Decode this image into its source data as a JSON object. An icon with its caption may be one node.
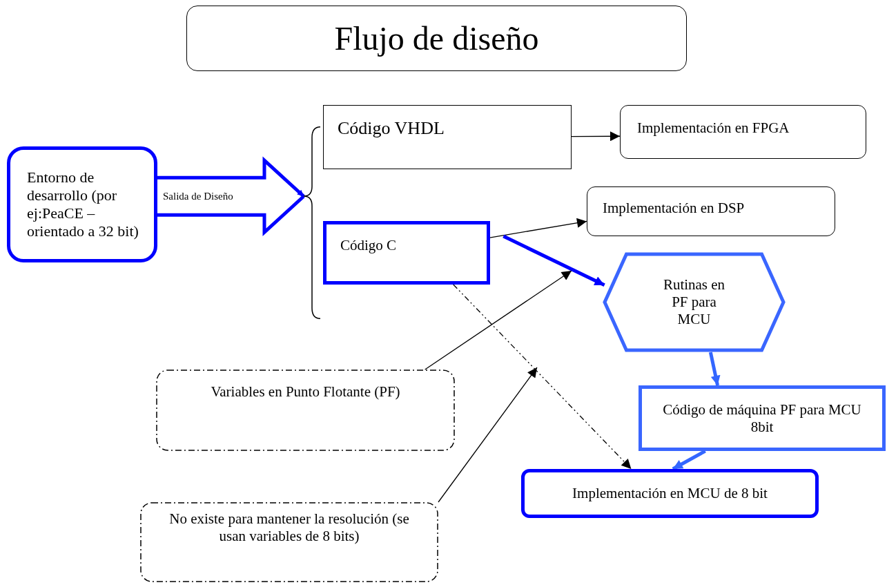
{
  "diagram": {
    "title": "Flujo de diseño",
    "nodes": [
      {
        "text": [
          "Entorno de desarrollo (por ej:PeaCE – orientado a 32 bit)"
        ]
      },
      {
        "text": [
          "Código VHDL"
        ]
      },
      {
        "text": [
          "Implementación en FPGA"
        ]
      },
      {
        "text": [
          "Código C"
        ]
      },
      {
        "text": [
          "Implementación en DSP"
        ]
      },
      {
        "text": [
          "Rutinas en PF para MCU"
        ]
      },
      {
        "text": [
          "Variables en Punto Flotante (PF)"
        ]
      },
      {
        "text": [
          "Código de máquina PF para MCU 8bit"
        ]
      },
      {
        "text": [
          "Implementación en MCU de 8 bit"
        ]
      },
      {
        "text": [
          "No existe para mantener la resolución (se usan variables de 8 bits)"
        ]
      },
      {
        "text": [],
        "shape": "bracket"
      }
    ],
    "edges": [
      {
        "from": 0,
        "to": 10,
        "arrow": "to",
        "label": "Salida de Diseño",
        "style": "thick",
        "color": "#0000ff"
      },
      {
        "from": 1,
        "to": 2,
        "arrow": "to"
      },
      {
        "from": 3,
        "to": 4,
        "arrow": "to"
      },
      {
        "from": 3,
        "to": 5,
        "arrow": "to",
        "style": "thick",
        "color": "#0000ff"
      },
      {
        "from": 6,
        "to": null,
        "arrow": "to"
      },
      {
        "from": 9,
        "to": null,
        "arrow": "to"
      },
      {
        "from": 3,
        "to": 8,
        "arrow": "to",
        "style": "dashed"
      },
      {
        "from": 5,
        "to": 7,
        "arrow": "to",
        "style": "thick",
        "color": "#3366ff"
      },
      {
        "from": 7,
        "to": 8,
        "arrow": "to",
        "style": "thick",
        "color": "#3366ff"
      }
    ]
  }
}
